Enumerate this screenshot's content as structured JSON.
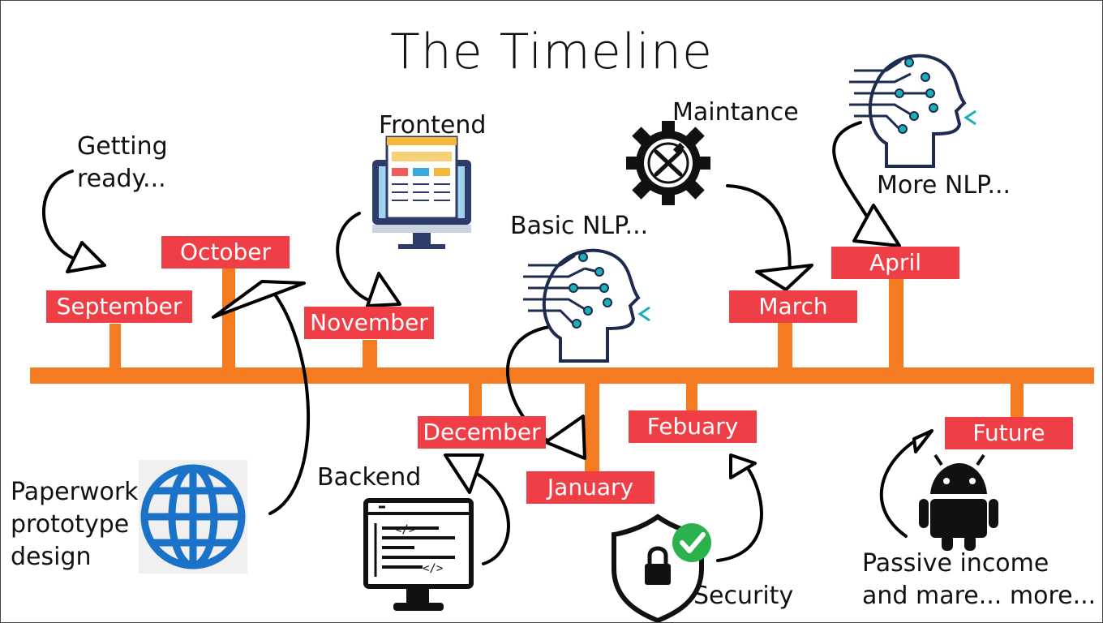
{
  "title": "The Timeline",
  "months": {
    "september": "September",
    "october": "October",
    "november": "November",
    "december": "December",
    "january": "January",
    "february": "Febuary",
    "march": "March",
    "april": "April",
    "future": "Future"
  },
  "notes": {
    "getting_ready_1": "Getting",
    "getting_ready_2": "ready...",
    "frontend": "Frontend",
    "basic_nlp": "Basic NLP...",
    "maintance": "Maintance",
    "more_nlp": "More NLP...",
    "paperwork_1": "Paperwork",
    "paperwork_2": "prototype",
    "paperwork_3": "design",
    "backend": "Backend",
    "security": "Security",
    "passive_1": "Passive income",
    "passive_2": "and mare... more..."
  },
  "colors": {
    "timeline": "#f47b20",
    "month_label": "#ef3e45",
    "globe": "#1a73c9"
  },
  "icons": [
    "globe-icon",
    "monitor-frontend-icon",
    "ai-head-icon",
    "gear-tools-icon",
    "code-monitor-icon",
    "shield-lock-icon",
    "android-icon"
  ]
}
